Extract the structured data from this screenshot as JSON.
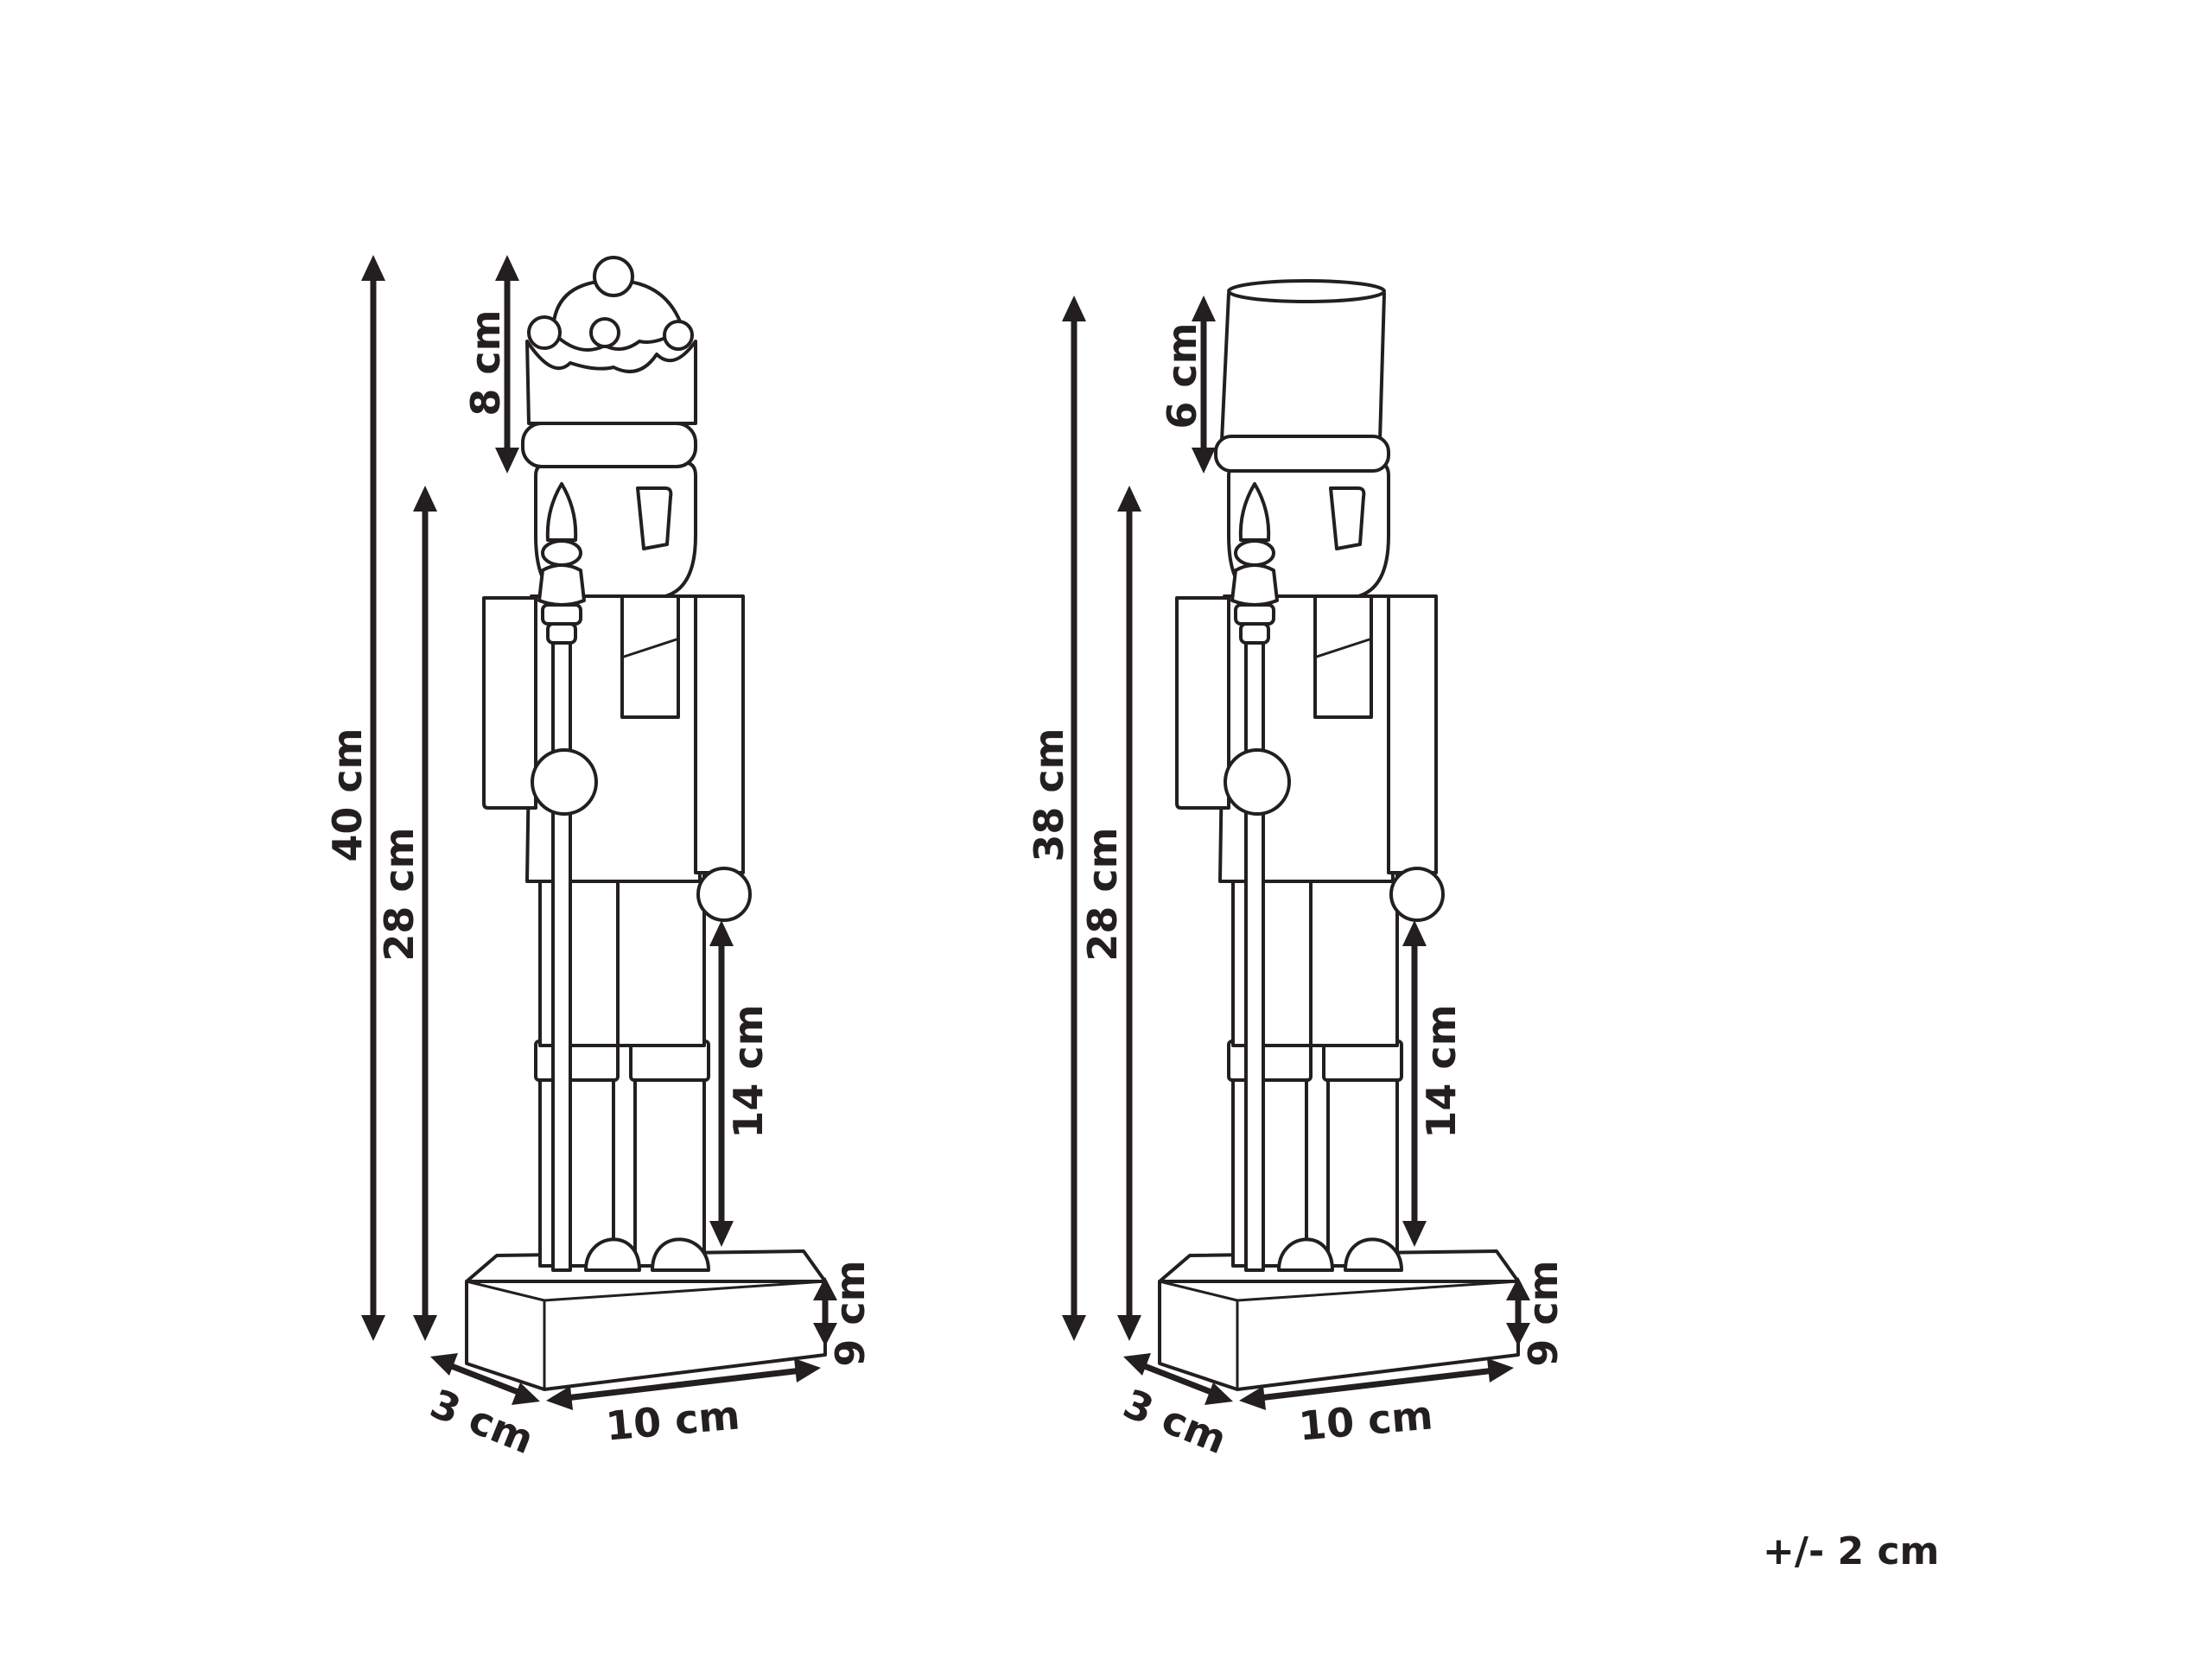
{
  "figures": [
    {
      "id": "crown",
      "labels": {
        "total_height": "40 cm",
        "body_height": "28 cm",
        "hat_height": "8 cm",
        "leg_height": "14 cm",
        "base_height": "9 cm",
        "base_depth": "3 cm",
        "base_width": "10 cm"
      }
    },
    {
      "id": "top-hat",
      "labels": {
        "total_height": "38 cm",
        "body_height": "28 cm",
        "hat_height": "6 cm",
        "leg_height": "14 cm",
        "base_height": "9 cm",
        "base_depth": "3 cm",
        "base_width": "10 cm"
      }
    }
  ],
  "tolerance": "+/- 2 cm"
}
